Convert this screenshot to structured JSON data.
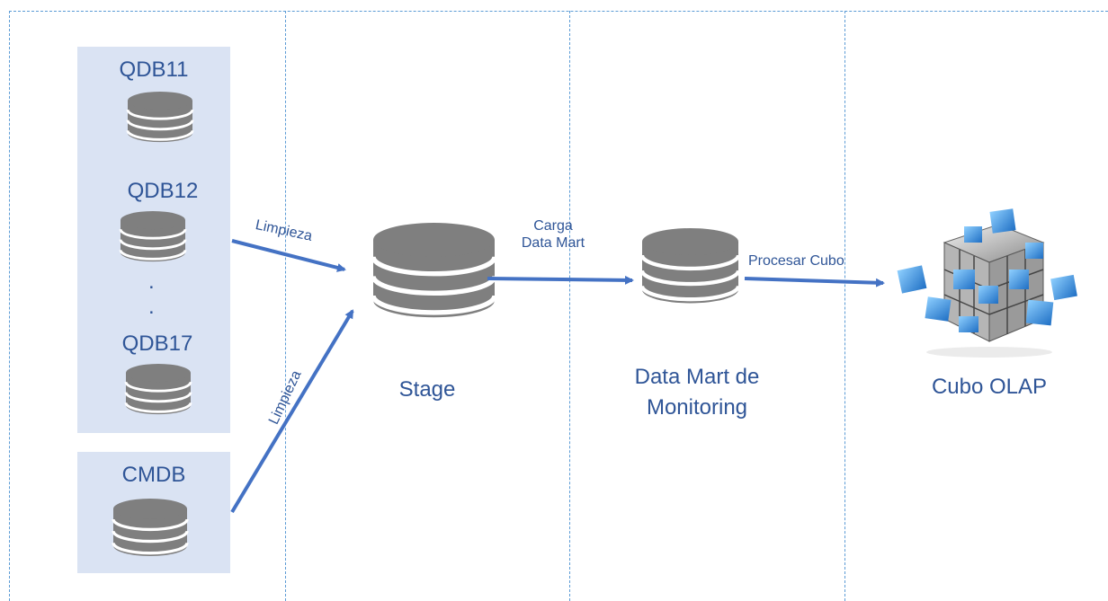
{
  "sources": {
    "group_items": [
      {
        "label": "QDB11"
      },
      {
        "label": "QDB12"
      },
      {
        "label": "QDB17"
      }
    ],
    "ellipsis": [
      ".",
      "."
    ],
    "cmdb": {
      "label": "CMDB"
    }
  },
  "nodes": {
    "stage": {
      "label": "Stage"
    },
    "datamart": {
      "line1": "Data Mart de",
      "line2": "Monitoring"
    },
    "cube": {
      "label": "Cubo OLAP"
    }
  },
  "edges": {
    "qdb_to_stage": {
      "label": "Limpieza"
    },
    "cmdb_to_stage": {
      "label": "Limpieza"
    },
    "stage_to_datamart": {
      "line1": "Carga",
      "line2": "Data Mart"
    },
    "datamart_to_cube": {
      "label": "Procesar Cubo"
    }
  },
  "colors": {
    "database": "#7f7f7f",
    "arrow": "#4472c4",
    "text": "#2f5597",
    "panel": "#dae3f3",
    "lane_divider": "#5b9bd5",
    "cube_blue": "#2e8ce0",
    "cube_gray": "#c8c8c8"
  }
}
